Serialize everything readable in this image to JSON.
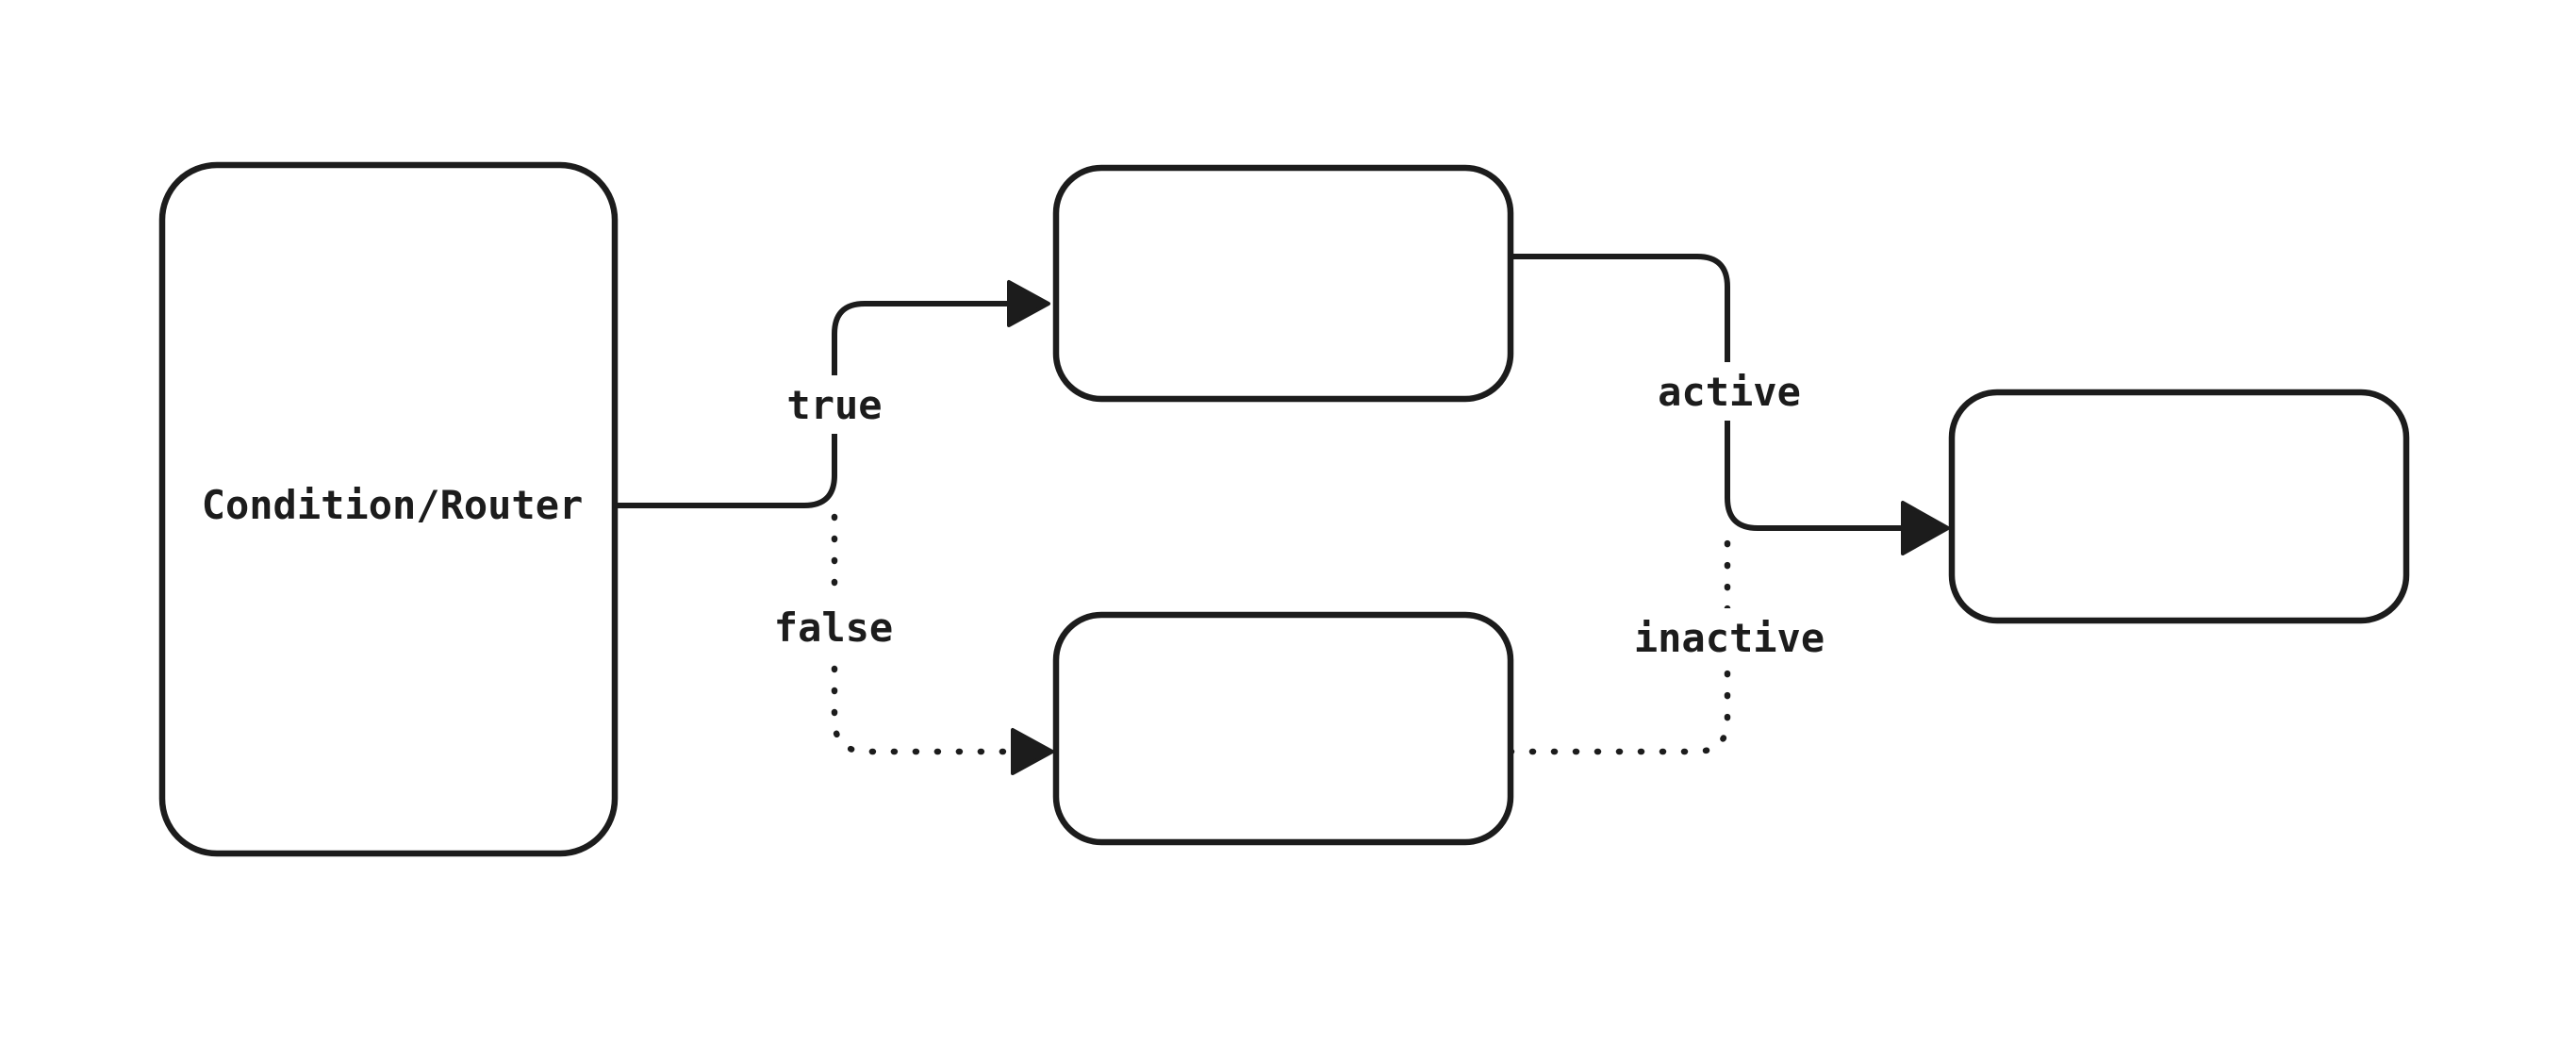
{
  "diagram": {
    "type": "flowchart",
    "background_color": "#ffffff",
    "ink_color": "#1c1c1c",
    "nodes": [
      {
        "id": "condition-router",
        "label": "Condition/Router",
        "shape": "rounded-rectangle"
      },
      {
        "id": "true-target",
        "label": "",
        "shape": "rounded-rectangle"
      },
      {
        "id": "false-target",
        "label": "",
        "shape": "rounded-rectangle"
      },
      {
        "id": "merge-target",
        "label": "",
        "shape": "rounded-rectangle"
      }
    ],
    "edges": [
      {
        "from": "condition-router",
        "to": "true-target",
        "label": "true",
        "style": "solid",
        "arrowhead": "triangle"
      },
      {
        "from": "condition-router",
        "to": "false-target",
        "label": "false",
        "style": "dotted",
        "arrowhead": "triangle"
      },
      {
        "from": "true-target",
        "to": "merge-target",
        "label": "active",
        "style": "solid",
        "arrowhead": "triangle"
      },
      {
        "from": "false-target",
        "to": "merge-target",
        "label": "inactive",
        "style": "dotted",
        "arrowhead": "none-merges-into-active-arrow"
      }
    ]
  }
}
